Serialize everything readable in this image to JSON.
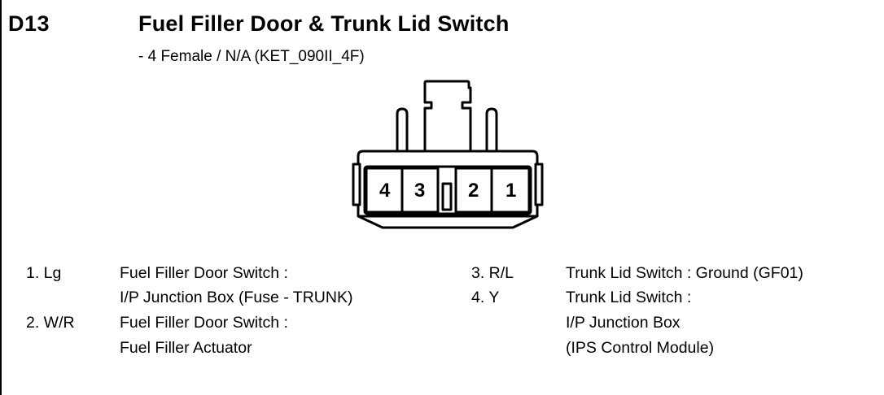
{
  "header": {
    "code": "D13",
    "title": "Fuel Filler Door & Trunk Lid Switch",
    "subtitle": "- 4 Female / N/A (KET_090II_4F)"
  },
  "connector": {
    "pins": [
      "4",
      "3",
      "2",
      "1"
    ]
  },
  "pinout": {
    "left": [
      {
        "pin": "1. Lg",
        "lines": [
          "Fuel Filler Door Switch  :",
          "I/P Junction Box (Fuse - TRUNK)"
        ]
      },
      {
        "pin": "2. W/R",
        "lines": [
          "Fuel Filler Door Switch  :",
          "Fuel Filler Actuator"
        ]
      }
    ],
    "right": [
      {
        "pin": "3. R/L",
        "lines": [
          "Trunk Lid Switch : Ground (GF01)"
        ]
      },
      {
        "pin": "4. Y",
        "lines": [
          "Trunk Lid Switch :",
          "I/P Junction Box",
          "(IPS Control Module)"
        ]
      }
    ]
  }
}
